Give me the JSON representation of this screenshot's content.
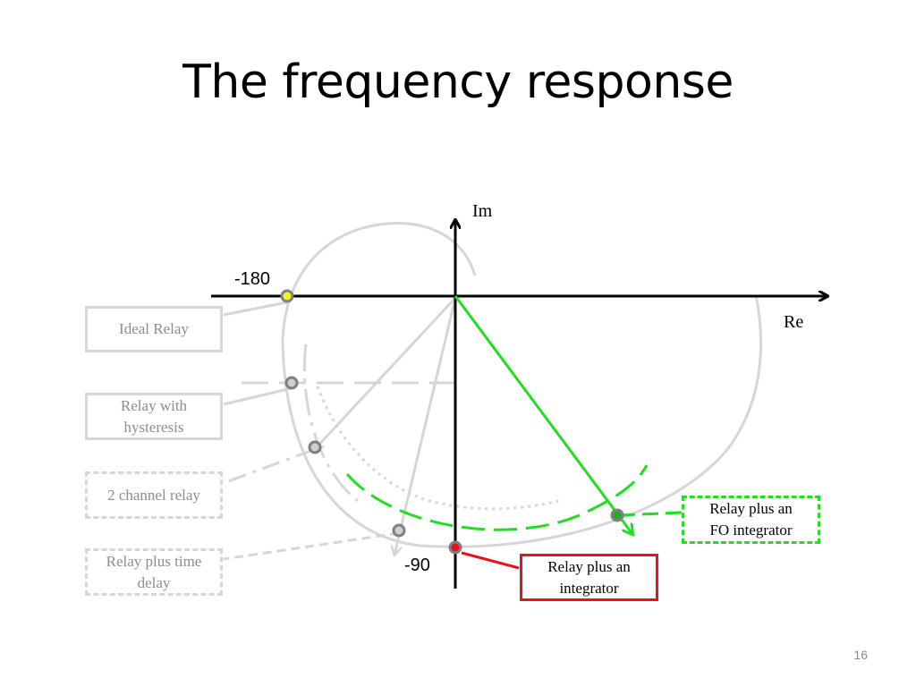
{
  "slide": {
    "title": "The frequency response",
    "page_number": "16"
  },
  "axes": {
    "im_label": "Im",
    "re_label": "Re",
    "tick_180": "-180",
    "tick_90": "-90"
  },
  "labels": {
    "ideal_relay": "Ideal Relay",
    "relay_hysteresis": "Relay with hysteresis",
    "two_channel_relay": "2 channel relay",
    "relay_time_delay": "Relay plus time delay",
    "relay_fo_integrator": "Relay plus an FO integrator",
    "relay_integrator": "Relay plus an integrator"
  },
  "colors": {
    "axis": "#000000",
    "faded": "#d6d6d6",
    "green": "#22dd22",
    "red": "#e8121e",
    "yellow_marker": "#f5f51e"
  }
}
